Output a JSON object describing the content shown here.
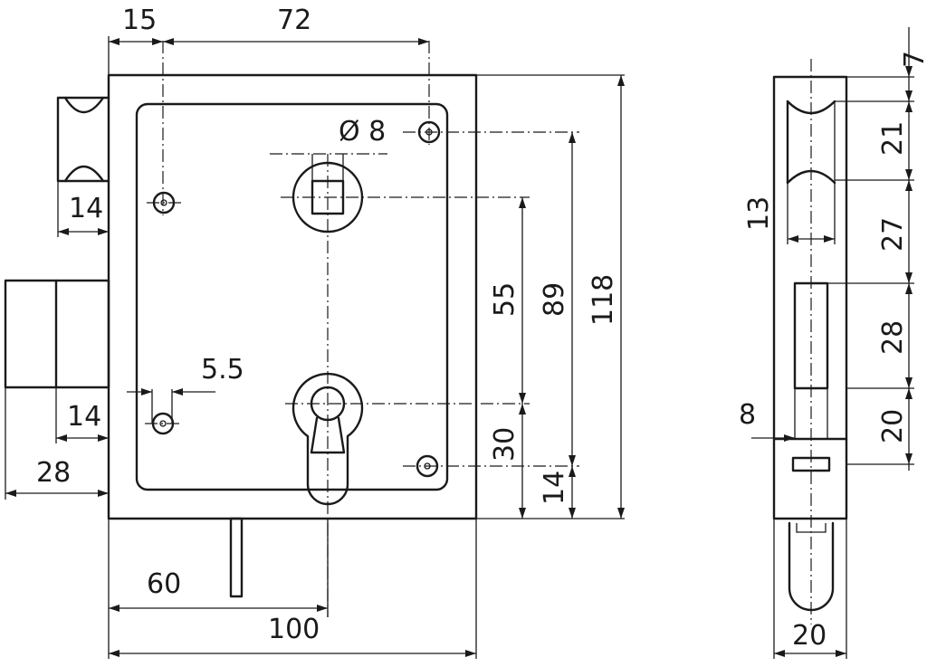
{
  "front_view": {
    "dimensions": {
      "hole_offset": "15",
      "hole_spacing_horizontal": "72",
      "hole_diameter": "Ø 8",
      "hole_small_diameter": "5.5",
      "latch_projection": "14",
      "bolt_projection": "14",
      "bolt_width": "28",
      "spindle_to_keyhole": "55",
      "hole_spacing_vertical": "89",
      "body_height": "118",
      "keyhole_to_bottom_hole": "30",
      "bottom_hole_offset": "14",
      "backset": "60",
      "body_width": "100"
    }
  },
  "side_view": {
    "dimensions": {
      "top_offset": "7",
      "latch_height": "21",
      "latch_width": "13",
      "gap_to_bolt": "27",
      "bolt_height": "28",
      "bolt_to_key": "20",
      "key_offset": "8",
      "case_depth": "20"
    }
  }
}
